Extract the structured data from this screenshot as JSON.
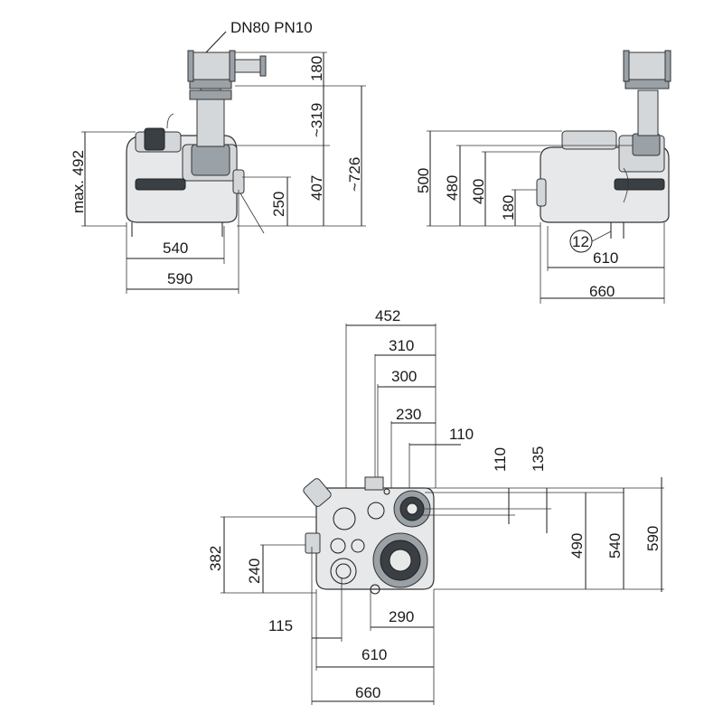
{
  "labels": {
    "flange": "DN80 PN10",
    "d180_top": "180",
    "d319": "~319",
    "d726": "~726",
    "d492": "max. 492",
    "d407": "407",
    "d250": "250",
    "d540_front": "540",
    "d590_front": "590",
    "d500": "500",
    "d480": "480",
    "d400": "400",
    "d180_side": "180",
    "item12": "12",
    "d610_side": "610",
    "d660_side": "660",
    "d452": "452",
    "d310": "310",
    "d300": "300",
    "d230": "230",
    "d110_h": "110",
    "d110_v": "110",
    "d135": "135",
    "d490": "490",
    "d540_plan": "540",
    "d590_plan": "590",
    "d382": "382",
    "d240": "240",
    "d290": "290",
    "d115": "115",
    "d610_plan": "610",
    "d660_plan": "660"
  }
}
